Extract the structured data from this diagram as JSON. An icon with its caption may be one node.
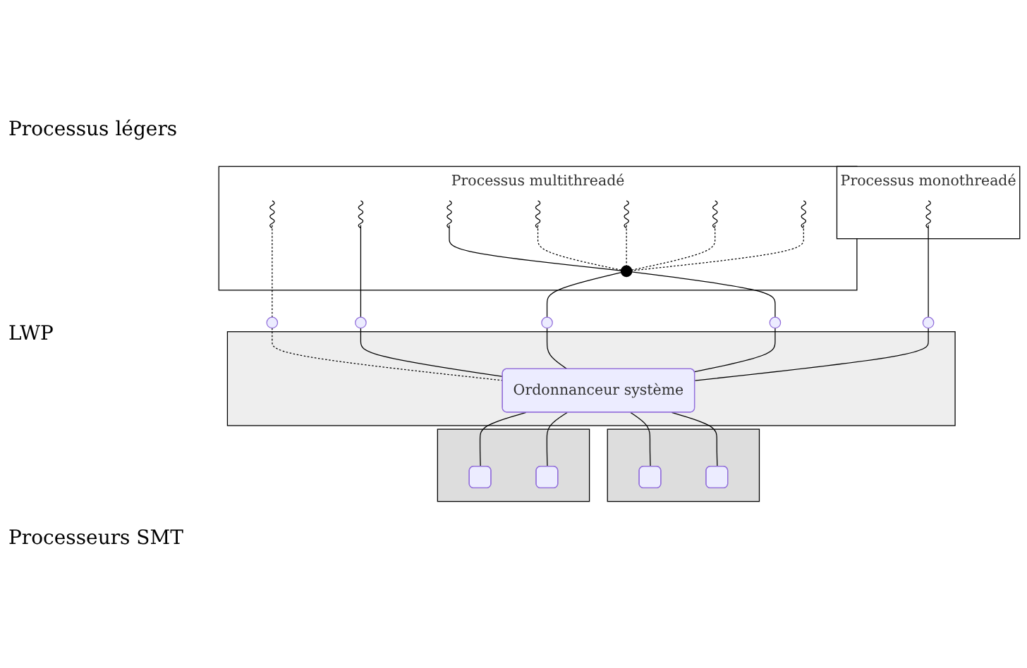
{
  "diagram": {
    "nodes": [
      {
        "text": [
          "Processus multithreadé"
        ]
      },
      {
        "text": [],
        "shape": "picture",
        "in": 0
      },
      {
        "text": [],
        "shape": "picture",
        "in": 0
      },
      {
        "text": [],
        "shape": "picture",
        "in": 0
      },
      {
        "text": [],
        "shape": "picture",
        "in": 0
      },
      {
        "text": [],
        "shape": "picture",
        "in": 0
      },
      {
        "text": [],
        "shape": "picture",
        "in": 0
      },
      {
        "text": [],
        "shape": "picture",
        "in": 0
      },
      {
        "text": [],
        "shape": "circle",
        "in": 0
      },
      {
        "text": [],
        "shape": "circle"
      },
      {
        "text": [],
        "shape": "circle"
      },
      {
        "text": [],
        "shape": "circle"
      },
      {
        "text": [],
        "shape": "circle"
      },
      {
        "text": [
          "Processus monothreadé"
        ]
      },
      {
        "text": [],
        "shape": "picture",
        "in": 13
      },
      {
        "text": [],
        "shape": "circle"
      },
      {
        "text": [],
        "shape": "box"
      },
      {
        "text": [
          "Ordonnanceur système"
        ],
        "in": 16
      },
      {
        "text": [],
        "shape": "box"
      },
      {
        "text": [],
        "shape": "box",
        "in": 18
      },
      {
        "text": [],
        "shape": "box",
        "in": 18
      },
      {
        "text": [],
        "shape": "box"
      },
      {
        "text": [],
        "shape": "box",
        "in": 21
      },
      {
        "text": [],
        "shape": "box",
        "in": 21
      }
    ],
    "edges": [
      {
        "from": 1,
        "to": 9,
        "arrow": "none",
        "style": "dashed"
      },
      {
        "from": 2,
        "to": 10,
        "arrow": "none"
      },
      {
        "from": 3,
        "to": 8,
        "arrow": "none"
      },
      {
        "from": 4,
        "to": 8,
        "arrow": "none",
        "style": "dashed"
      },
      {
        "from": 5,
        "to": 8,
        "arrow": "none",
        "style": "dashed"
      },
      {
        "from": 6,
        "to": 8,
        "arrow": "none",
        "style": "dashed"
      },
      {
        "from": 7,
        "to": 8,
        "arrow": "none",
        "style": "dashed"
      },
      {
        "from": 8,
        "to": 11,
        "arrow": "none"
      },
      {
        "from": 8,
        "to": 12,
        "arrow": "none"
      },
      {
        "from": 14,
        "to": 15,
        "arrow": "none"
      },
      {
        "from": 9,
        "to": 17,
        "arrow": "none",
        "style": "dashed"
      },
      {
        "from": 10,
        "to": 17,
        "arrow": "none"
      },
      {
        "from": 11,
        "to": 17,
        "arrow": "none"
      },
      {
        "from": 12,
        "to": 17,
        "arrow": "none"
      },
      {
        "from": 15,
        "to": 17,
        "arrow": "none"
      },
      {
        "from": 17,
        "to": 19,
        "arrow": "none"
      },
      {
        "from": 17,
        "to": 20,
        "arrow": "none"
      },
      {
        "from": 17,
        "to": 22,
        "arrow": "none"
      },
      {
        "from": 17,
        "to": 23,
        "arrow": "none"
      }
    ],
    "labels": [
      "Processus légers",
      "LWP",
      "Processeurs SMT"
    ]
  }
}
